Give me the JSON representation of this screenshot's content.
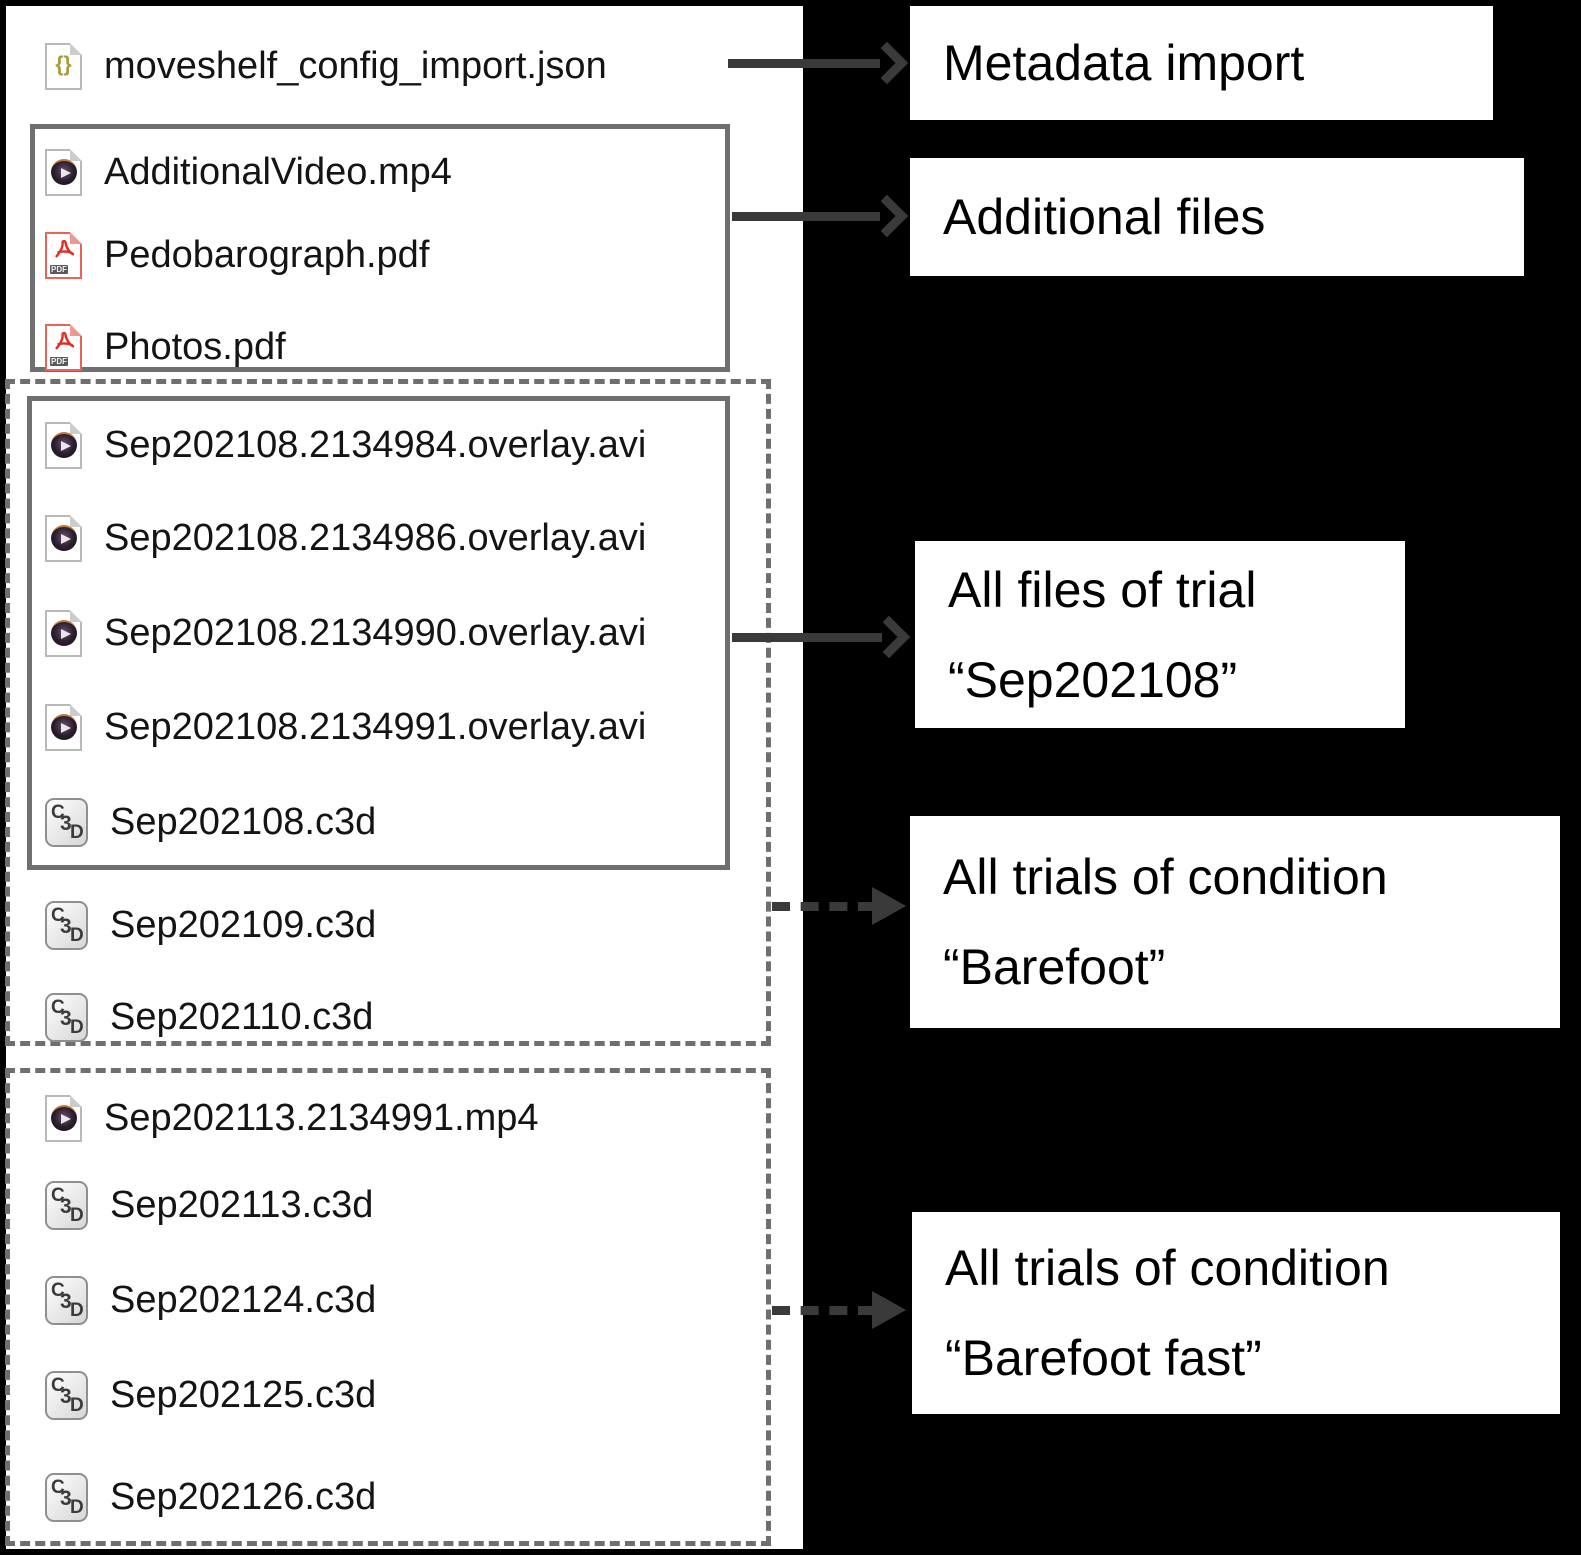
{
  "figure": {
    "background": "#000000",
    "panel_background": "#ffffff"
  },
  "files": [
    {
      "name": "moveshelf_config_import.json",
      "icon": "json-file-icon"
    },
    {
      "name": "AdditionalVideo.mp4",
      "icon": "video-file-icon"
    },
    {
      "name": "Pedobarograph.pdf",
      "icon": "pdf-file-icon"
    },
    {
      "name": "Photos.pdf",
      "icon": "pdf-file-icon"
    },
    {
      "name": "Sep202108.2134984.overlay.avi",
      "icon": "video-file-icon"
    },
    {
      "name": "Sep202108.2134986.overlay.avi",
      "icon": "video-file-icon"
    },
    {
      "name": "Sep202108.2134990.overlay.avi",
      "icon": "video-file-icon"
    },
    {
      "name": "Sep202108.2134991.overlay.avi",
      "icon": "video-file-icon"
    },
    {
      "name": "Sep202108.c3d",
      "icon": "c3d-file-icon"
    },
    {
      "name": "Sep202109.c3d",
      "icon": "c3d-file-icon"
    },
    {
      "name": "Sep202110.c3d",
      "icon": "c3d-file-icon"
    },
    {
      "name": "Sep202113.2134991.mp4",
      "icon": "video-file-icon"
    },
    {
      "name": "Sep202113.c3d",
      "icon": "c3d-file-icon"
    },
    {
      "name": "Sep202124.c3d",
      "icon": "c3d-file-icon"
    },
    {
      "name": "Sep202125.c3d",
      "icon": "c3d-file-icon"
    },
    {
      "name": "Sep202126.c3d",
      "icon": "c3d-file-icon"
    }
  ],
  "annotations": {
    "metadata_import": "Metadata import",
    "additional_files": "Additional files",
    "trial_line1": "All files of trial",
    "trial_line2": "“Sep202108”",
    "barefoot_line1": "All trials of condition",
    "barefoot_line2": "“Barefoot”",
    "barefoot_fast_line1": "All trials of condition",
    "barefoot_fast_line2": "“Barefoot fast”"
  },
  "icons": {
    "json_braces": "{}",
    "pdf_badge": "PDF",
    "c3d_c": "C",
    "c3d_3": "3",
    "c3d_d": "D"
  },
  "colors": {
    "group_box_border": "#6f6f6f",
    "arrow": "#3a3a3a",
    "pdf_red": "#e8635a",
    "json_olive": "#a89a3e",
    "filename_text": "#141414",
    "label_text": "#000000"
  }
}
